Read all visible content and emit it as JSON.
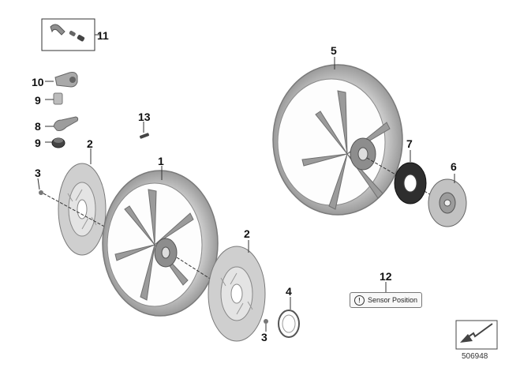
{
  "callouts": {
    "c1": "1",
    "c2a": "2",
    "c2b": "2",
    "c3a": "3",
    "c3b": "3",
    "c4": "4",
    "c5": "5",
    "c6": "6",
    "c7": "7",
    "c8": "8",
    "c9a": "9",
    "c9b": "9",
    "c10": "10",
    "c11": "11",
    "c12": "12",
    "c13": "13"
  },
  "sensor_label_text": "Sensor Position",
  "warning_symbol": "!",
  "document_number": "506948",
  "icons": {
    "direction": "arrow-corner-icon",
    "warning": "warning-icon"
  },
  "colors": {
    "part_fill": "#c9c9c9",
    "part_stroke": "#7a7a7a",
    "line": "#333333"
  }
}
